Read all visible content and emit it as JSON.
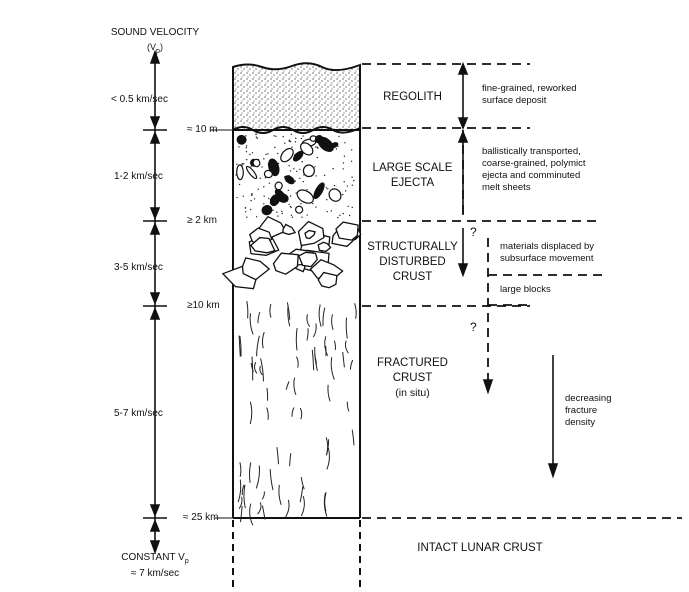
{
  "velocity": {
    "title": "SOUND VELOCITY",
    "subtitle": "(V",
    "subscript": "p",
    "subtitle_close": ")",
    "zones": [
      "< 0.5 km/sec",
      "1-2 km/sec",
      "3-5 km/sec",
      "5-7 km/sec"
    ],
    "bottom_line1": "CONSTANT V",
    "bottom_sub": "p",
    "bottom_line2": "≈ 7 km/sec"
  },
  "depths": [
    "≈ 10 m",
    "≥ 2 km",
    "≥10 km",
    "≈ 25 km"
  ],
  "layers": [
    {
      "name": "REGOLITH"
    },
    {
      "name_line1": "LARGE SCALE",
      "name_line2": "EJECTA"
    },
    {
      "name_line1": "STRUCTURALLY",
      "name_line2": "DISTURBED",
      "name_line3": "CRUST"
    },
    {
      "name_line1": "FRACTURED",
      "name_line2": "CRUST",
      "name_line3": "(in situ)"
    },
    {
      "name": "INTACT LUNAR CRUST"
    }
  ],
  "descriptions": {
    "regolith": [
      "fine-grained, reworked",
      "surface deposit"
    ],
    "ejecta": [
      "ballistically transported,",
      "coarse-grained, polymict",
      "ejecta and comminuted",
      "melt sheets"
    ],
    "disturbed": [
      "materials displaced by",
      "subsurface movement"
    ],
    "blocks": "large blocks",
    "fracture": [
      "decreasing",
      "fracture",
      "density"
    ]
  },
  "question_mark": "?"
}
